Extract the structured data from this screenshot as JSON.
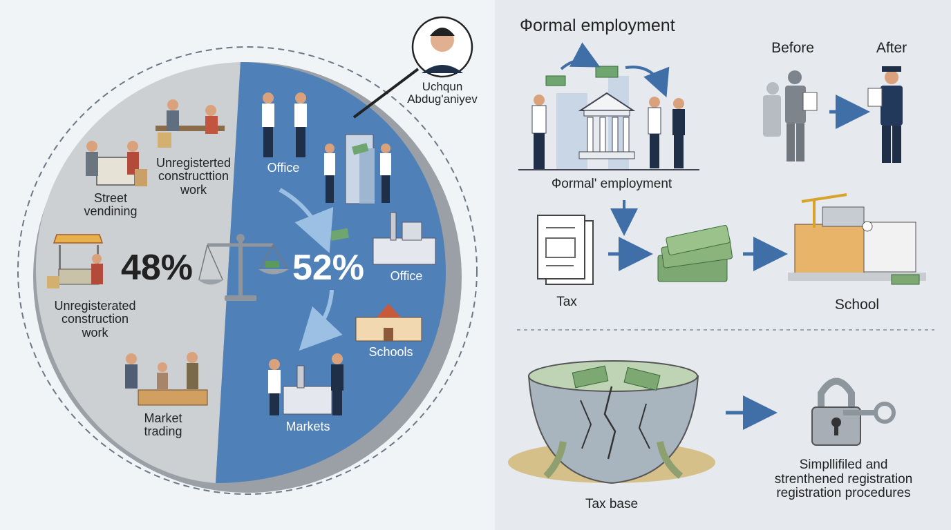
{
  "left": {
    "share_informal": "48%",
    "share_formal": "52%",
    "person": {
      "name_line1": "Uchqun",
      "name_line2": "Abdug'aniyev"
    },
    "informal_labels": {
      "street_vending": [
        "Street",
        "vendining"
      ],
      "unregistered_top": [
        "Unregisterted",
        "constructtion",
        "work"
      ],
      "unregistered_bottom": [
        "Unregisterated",
        "construction",
        "work"
      ],
      "market_trading": [
        "Market",
        "trading"
      ]
    },
    "formal_labels": {
      "office_top": "Office",
      "office_mid": "Office",
      "schools": "Schools",
      "markets": "Markets"
    }
  },
  "right": {
    "title": "Фormal employment",
    "before": "Before",
    "after": "After",
    "formal_caption": "Фormal' employment",
    "tax": "Tax",
    "school": "School",
    "tax_base": "Tax base",
    "registration": [
      "Simpllifiled and",
      "strenthened registration",
      "registration procedures"
    ]
  },
  "colors": {
    "formal_blue": "#4f80b8",
    "informal_grey": "#cdd0d3",
    "arrow_blue": "#3f6fa6"
  }
}
